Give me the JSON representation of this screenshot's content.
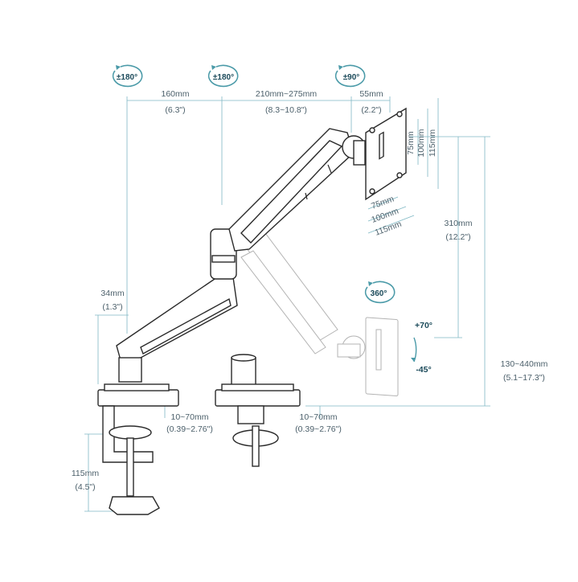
{
  "rotation_badges": {
    "base_swivel": "±180°",
    "elbow_swivel": "±180°",
    "head_swivel": "±90°",
    "vesa_rotation": "360°"
  },
  "tilt": {
    "up": "+70°",
    "down": "-45°"
  },
  "dimensions": {
    "lower_arm": {
      "mm": "160mm",
      "in": "(6.3\")"
    },
    "upper_arm": {
      "mm": "210mm~275mm",
      "in": "(8.3~10.8\")"
    },
    "head": {
      "mm": "55mm",
      "in": "(2.2\")"
    },
    "vertical_travel": {
      "mm": "310mm",
      "in": "(12.2\")"
    },
    "pole_height": {
      "mm": "34mm",
      "in": "(1.3\")"
    },
    "total_height": {
      "mm": "130~440mm",
      "in": "(5.1~17.3\")"
    },
    "clamp_thickness": {
      "mm": "10~70mm",
      "in": "(0.39~2.76\")"
    },
    "grommet_thickness": {
      "mm": "10~70mm",
      "in": "(0.39~2.76\")"
    },
    "clamp_depth": {
      "mm": "115mm",
      "in": "(4.5\")"
    }
  },
  "vesa": {
    "vertical": [
      "75mm",
      "100mm",
      "115mm"
    ],
    "horizontal": [
      "75mm",
      "100mm",
      "115mm"
    ]
  }
}
